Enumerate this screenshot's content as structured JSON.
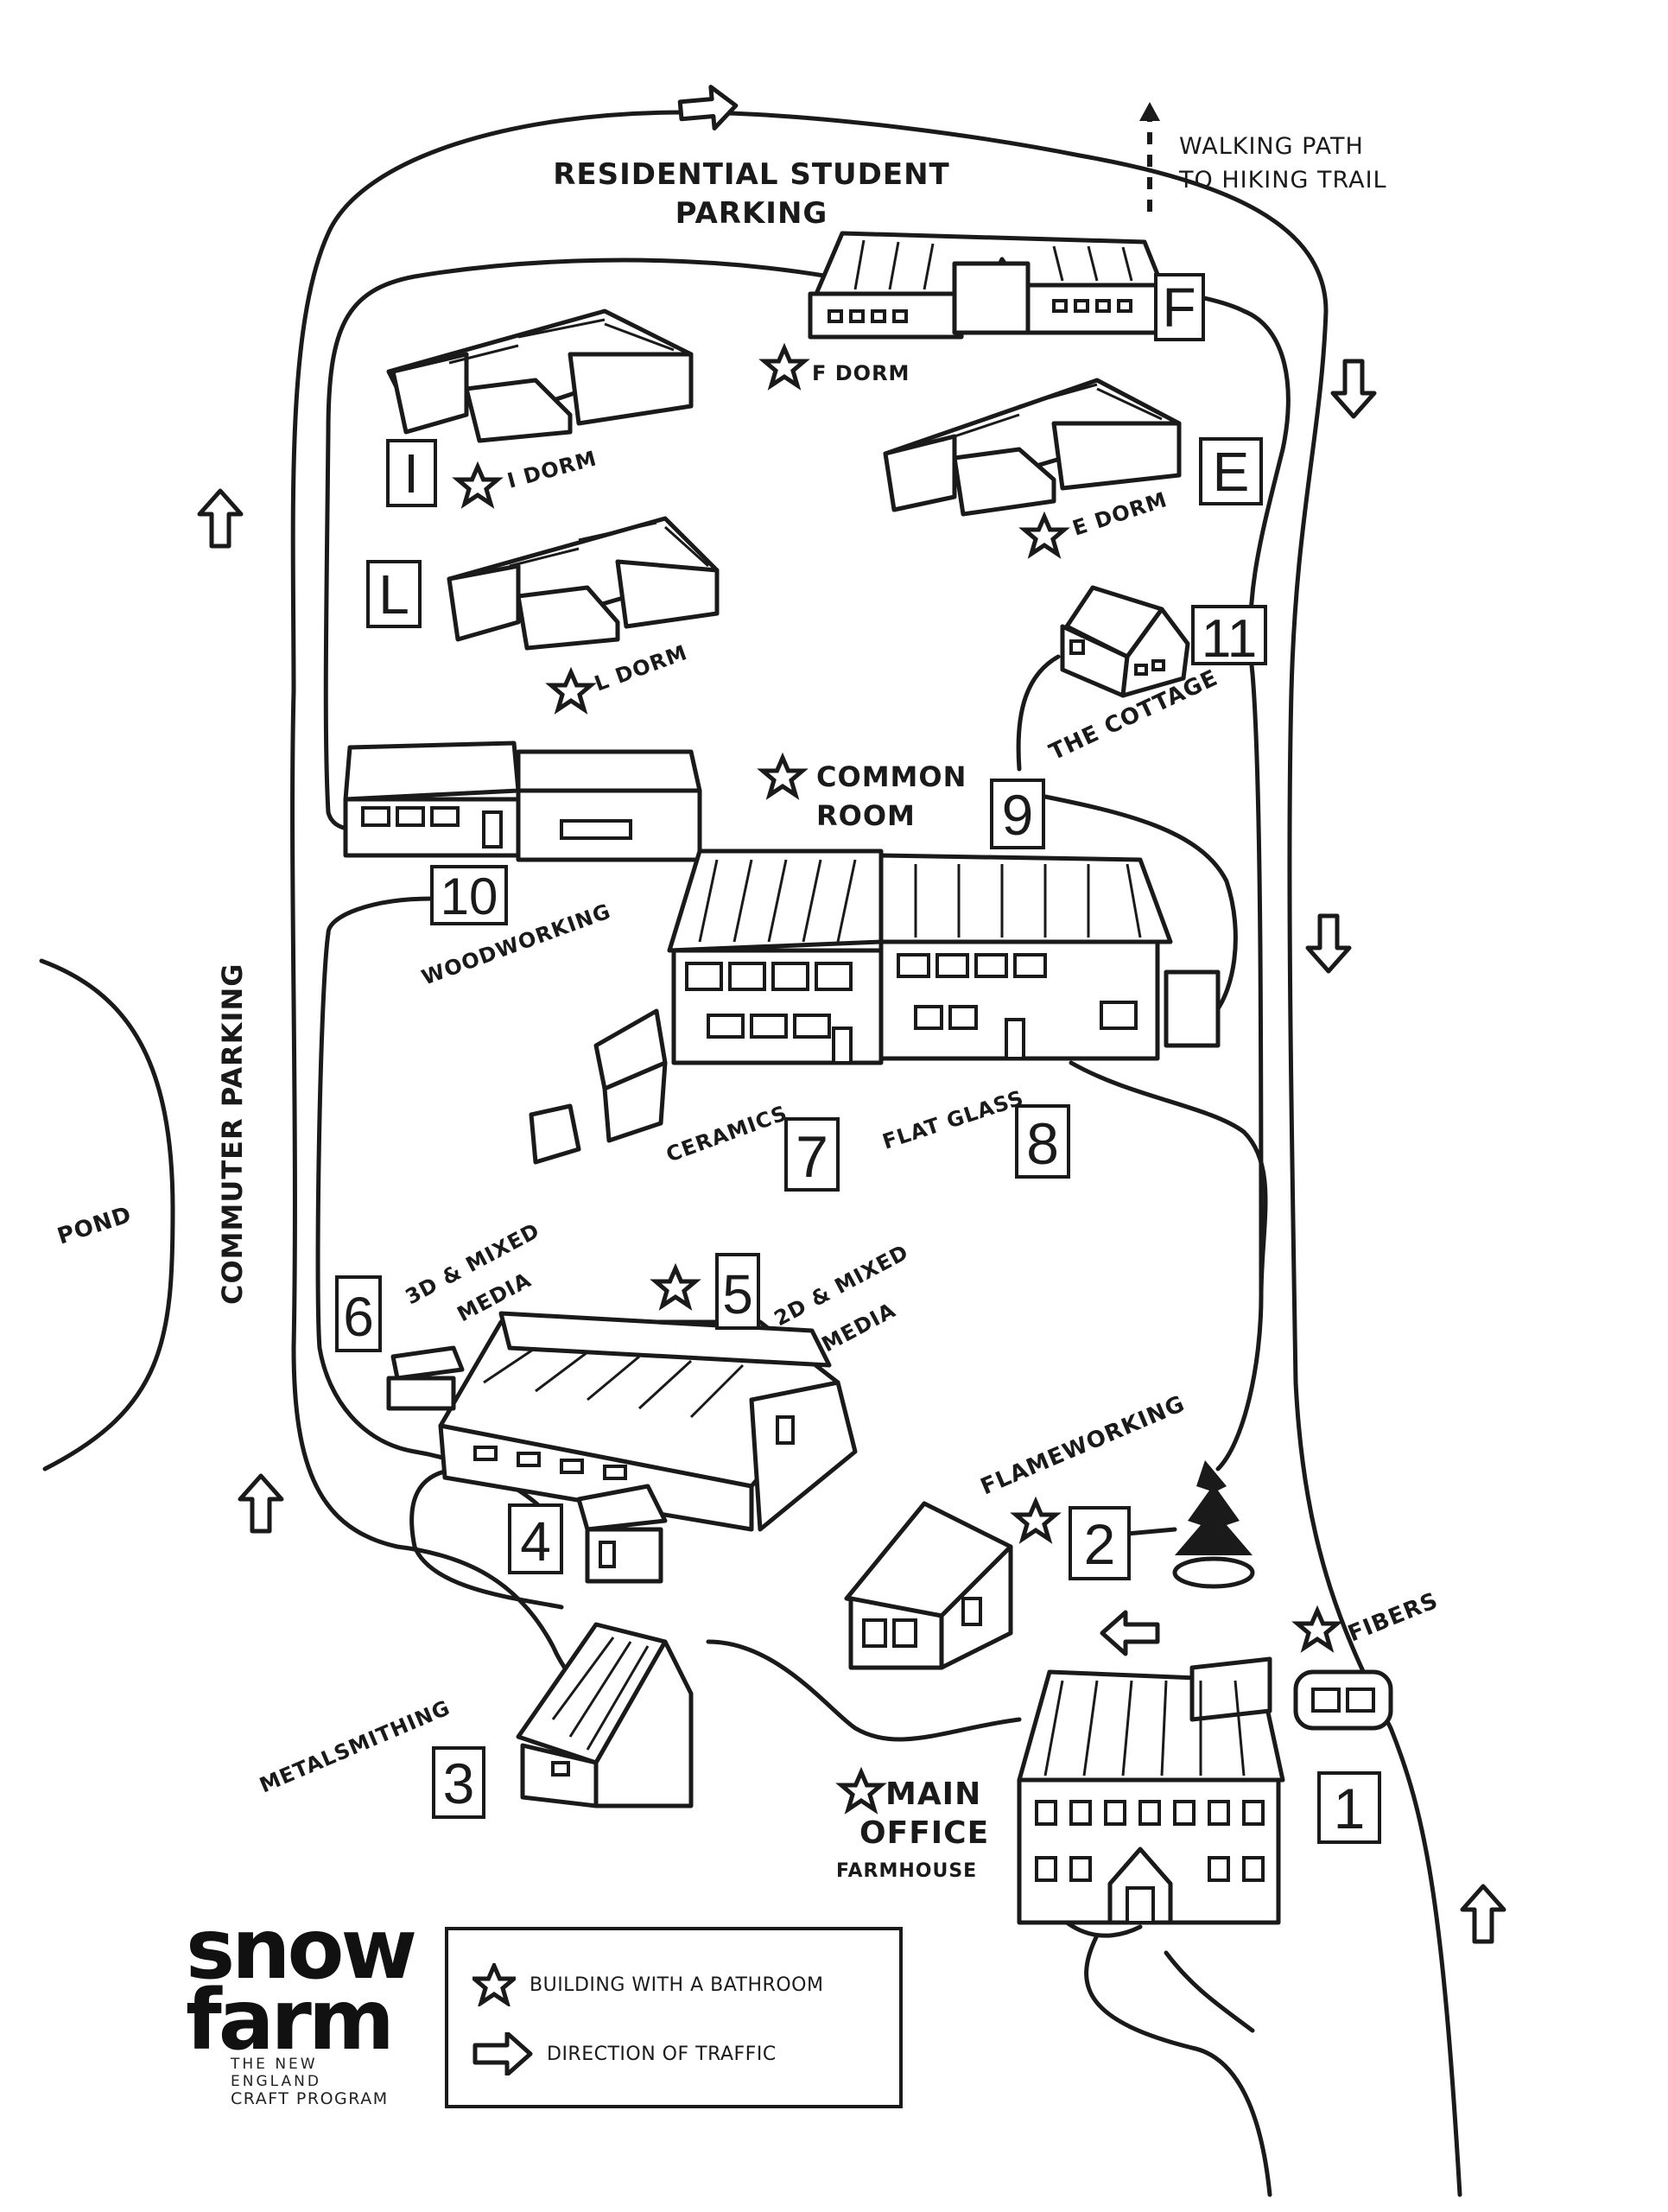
{
  "map": {
    "title_labels": {
      "residential_parking": [
        "RESIDENTIAL STUDENT",
        "PARKING"
      ],
      "walking_path": [
        "WALKING PATH",
        "TO HIKING TRAIL"
      ],
      "commuter_parking": "COMMUTER PARKING",
      "pond": "POND"
    },
    "dorms": [
      {
        "letter": "F",
        "name": "F DORM",
        "bathroom": true
      },
      {
        "letter": "I",
        "name": "I DORM",
        "bathroom": true
      },
      {
        "letter": "E",
        "name": "E DORM",
        "bathroom": true
      },
      {
        "letter": "L",
        "name": "L DORM",
        "bathroom": true
      }
    ],
    "buildings": [
      {
        "number": "1",
        "name": "MAIN OFFICE",
        "subname": "FARMHOUSE",
        "bathroom": true
      },
      {
        "number": "2",
        "name": "FLAMEWORKING",
        "bathroom": true
      },
      {
        "number": "3",
        "name": "METALSMITHING",
        "bathroom": false
      },
      {
        "number": "4",
        "name": "",
        "bathroom": false
      },
      {
        "number": "5",
        "name": "2D & MIXED MEDIA",
        "bathroom": true
      },
      {
        "number": "6",
        "name": "3D & MIXED MEDIA",
        "bathroom": false
      },
      {
        "number": "7",
        "name": "CERAMICS",
        "bathroom": false
      },
      {
        "number": "8",
        "name": "FLAT GLASS",
        "bathroom": false
      },
      {
        "number": "9",
        "name": "COMMON ROOM",
        "bathroom": true
      },
      {
        "number": "10",
        "name": "WOODWORKING",
        "bathroom": false
      },
      {
        "number": "11",
        "name": "THE COTTAGE",
        "bathroom": false
      }
    ],
    "extra_labels": {
      "fibers": "FIBERS",
      "main_office_line1": "MAIN",
      "main_office_line2": "OFFICE",
      "common_room_line1": "COMMON",
      "common_room_line2": "ROOM",
      "mixed3d_line1": "3D & MIXED",
      "mixed3d_line2": "MEDIA",
      "mixed2d_line1": "2D & MIXED",
      "mixed2d_line2": "MEDIA"
    }
  },
  "legend": {
    "bathroom_label": "BUILDING WITH A BATHROOM",
    "traffic_label": "DIRECTION OF TRAFFIC"
  },
  "logo": {
    "line1": "snow",
    "line2": "farm",
    "tagline1": "THE NEW ENGLAND",
    "tagline2": "CRAFT PROGRAM"
  }
}
